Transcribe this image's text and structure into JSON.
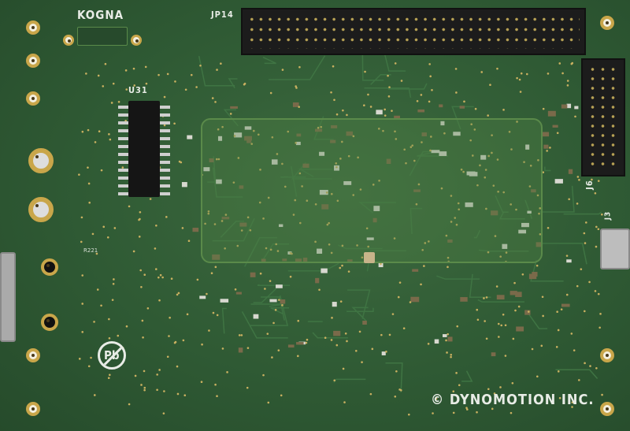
{
  "silkscreen": {
    "brand": "KOGNA",
    "header_main": "JP14",
    "header_side": "J6",
    "usb_connector": "J3",
    "ic_label": "U31",
    "copyright": "© DYNOMOTION INC.",
    "resistor_label": "R221",
    "lead_free_mark": "Pb"
  }
}
